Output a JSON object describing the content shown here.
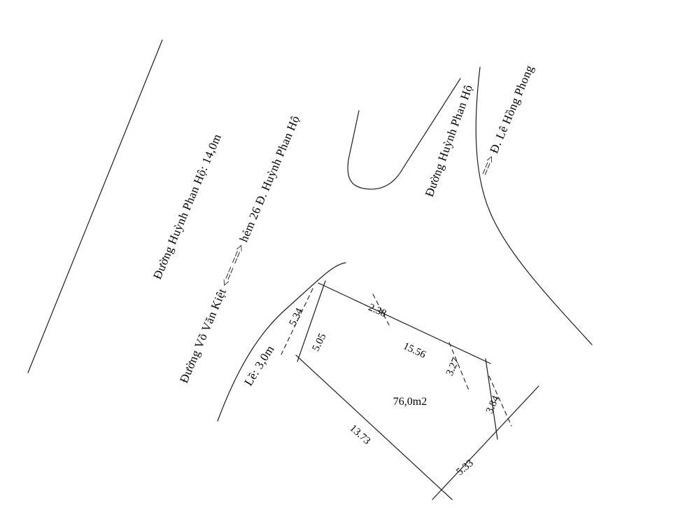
{
  "drawing": {
    "background": "#ffffff",
    "line_color": "#1d1d1d",
    "roads": {
      "huynh_phan_ho_left": "Đường Huỳnh Phan Hộ: 14,0m",
      "vo_van_kiet_hem26": "Đường Võ Văn Kiệt <== ==> hẻm 26 Đ. Huỳnh Phan Hộ",
      "huynh_phan_ho_right": "Đường Huỳnh Phan Hộ",
      "le_hong_phong": "==> Đ. Lê Hồng Phong",
      "curb": "Lề: 3,0m"
    },
    "parcel": {
      "area_label": "76,0m2",
      "dimensions": {
        "left_outer": "5.34",
        "left_edge": "5.05",
        "top_first": "2.38",
        "top_main": "15.56",
        "right_upper": "3.27",
        "right_lower": "3.84",
        "bottom_edge": "13.73",
        "corner_cut": "5.33"
      }
    }
  }
}
